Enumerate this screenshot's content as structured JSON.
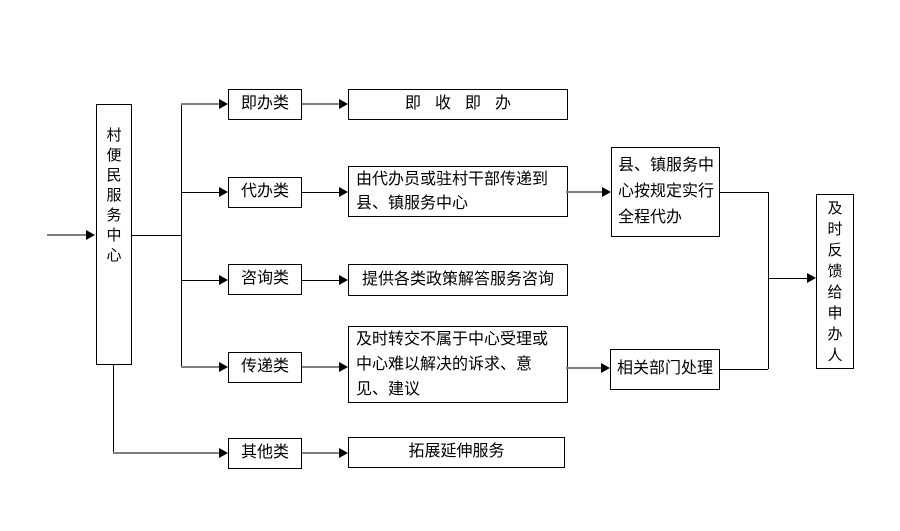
{
  "flowchart": {
    "entry": {
      "label": "村便民服务中心"
    },
    "rows": [
      {
        "category": "即办类",
        "action": "即收即办"
      },
      {
        "category": "代办类",
        "action": "由代办员或驻村干部传递到县、镇服务中心",
        "next": "县、镇服务中心按规定实行全程代办"
      },
      {
        "category": "咨询类",
        "action": "提供各类政策解答服务咨询"
      },
      {
        "category": "传递类",
        "action": "及时转交不属于中心受理或中心难以解决的诉求、意见、建议",
        "next": "相关部门处理"
      },
      {
        "category": "其他类",
        "action": "拓展延伸服务"
      }
    ],
    "feedback": {
      "label": "及时反馈给申办人"
    },
    "colors": {
      "background": "#ffffff",
      "box_border": "#000000",
      "line_black": "#000000",
      "line_gray": "#808080",
      "text": "#000000"
    }
  }
}
